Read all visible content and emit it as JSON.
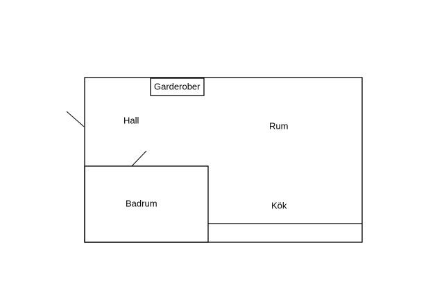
{
  "floorplan": {
    "rooms": {
      "hall": "Hall",
      "rum": "Rum",
      "badrum": "Badrum",
      "kok": "Kök",
      "garderober": "Garderober"
    },
    "colors": {
      "line": "#000000",
      "background": "#ffffff"
    }
  }
}
